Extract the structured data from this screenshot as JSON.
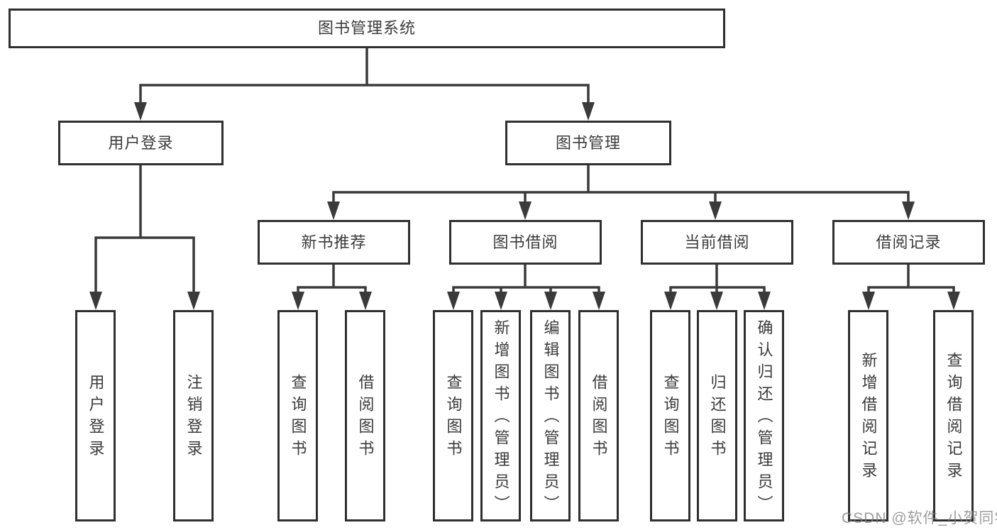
{
  "diagram": {
    "root": {
      "label": "图书管理系统"
    },
    "level2": {
      "user_login": {
        "label": "用户登录"
      },
      "book_mgmt": {
        "label": "图书管理"
      }
    },
    "level3": {
      "new_book_rec": {
        "label": "新书推荐"
      },
      "book_borrow": {
        "label": "图书借阅"
      },
      "current_borrow": {
        "label": "当前借阅"
      },
      "borrow_record": {
        "label": "借阅记录"
      }
    },
    "leaves": {
      "user_login": {
        "label": "用户登录"
      },
      "logout": {
        "label": "注销登录"
      },
      "rec_query_book": {
        "label": "查询图书"
      },
      "rec_borrow_book": {
        "label": "借阅图书"
      },
      "bb_query_book": {
        "label": "查询图书"
      },
      "bb_add_book": {
        "label": "新增图书（管理员）"
      },
      "bb_edit_book": {
        "label": "编辑图书（管理员）"
      },
      "bb_borrow_book": {
        "label": "借阅图书"
      },
      "cb_query_book": {
        "label": "查询图书"
      },
      "cb_return_book": {
        "label": "归还图书"
      },
      "cb_confirm_return": {
        "label": "确认归还（管理员）"
      },
      "br_add_record": {
        "label": "新增借阅记录"
      },
      "br_query_record": {
        "label": "查询借阅记录"
      }
    },
    "watermark": "CSDN @软件_小贺同学",
    "colors": {
      "line": "#3a3a3a",
      "box_border": "#2f2f2f",
      "text": "#3b3b3b",
      "background": "#ffffff",
      "watermark": "#a8a8a8"
    }
  }
}
